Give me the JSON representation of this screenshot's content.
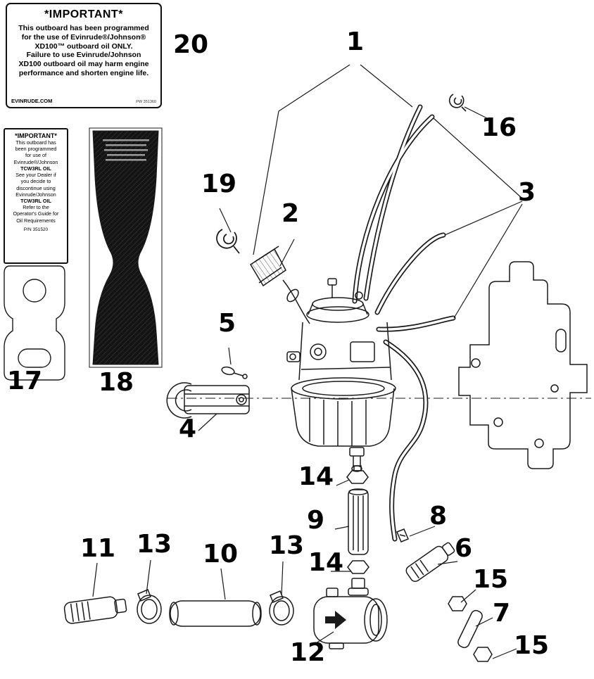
{
  "page": {
    "description": "Evinrude outboard oil injection system exploded parts diagram",
    "colors": {
      "ink": "#1a1a1a",
      "decal_fill": "#141414"
    }
  },
  "labels": {
    "xd100": {
      "title": "*IMPORTANT*",
      "lines": [
        "This outboard has been programmed",
        "for the use of Evinrude®/Johnson®",
        "XD100™ outboard oil ONLY.",
        "Failure to use Evinrude/Johnson",
        "XD100 outboard oil may harm engine",
        "performance and shorten engine life."
      ],
      "footer_left": "EVINRUDE.COM",
      "footer_right": "PW 351360"
    },
    "tcw3": {
      "title": "*IMPORTANT*",
      "lines": [
        "This outboard has",
        "been programmed",
        "for use of",
        "Evinrude®/Johnson",
        "TCW3RL OIL",
        "See your Dealer if",
        "you decide to",
        "discontinue using",
        "Evinrude/Johnson",
        "TCW3RL OIL",
        "Refer to the",
        "Operator's Guide for",
        "Oil Requirements"
      ],
      "pn": "P/N 351520"
    }
  },
  "callouts": [
    {
      "label": "20"
    },
    {
      "label": "1"
    },
    {
      "label": "16"
    },
    {
      "label": "19"
    },
    {
      "label": "2"
    },
    {
      "label": "3"
    },
    {
      "label": "5"
    },
    {
      "label": "17"
    },
    {
      "label": "18"
    },
    {
      "label": "4"
    },
    {
      "label": "14"
    },
    {
      "label": "9"
    },
    {
      "label": "8"
    },
    {
      "label": "6"
    },
    {
      "label": "11"
    },
    {
      "label": "13"
    },
    {
      "label": "10"
    },
    {
      "label": "13"
    },
    {
      "label": "14"
    },
    {
      "label": "15"
    },
    {
      "label": "7"
    },
    {
      "label": "12"
    },
    {
      "label": "15"
    }
  ]
}
